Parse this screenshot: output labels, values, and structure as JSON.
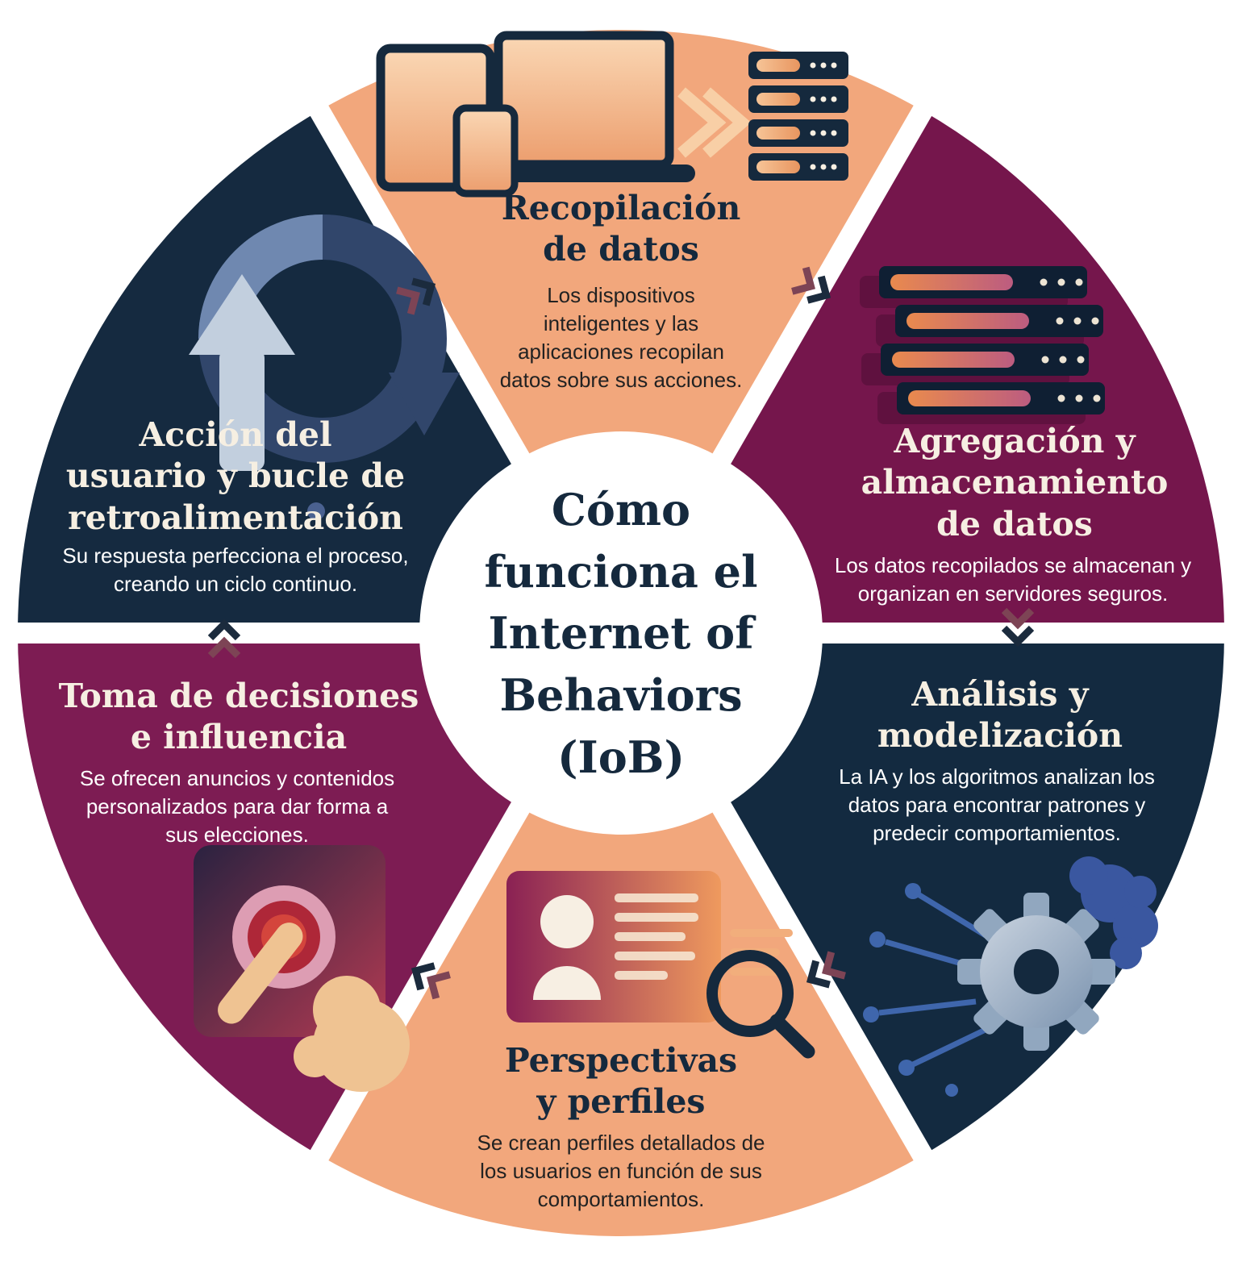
{
  "center": {
    "title": "Cómo\nfunciona el\nInternet of\nBehaviors\n(IoB)"
  },
  "colors": {
    "peach": "#F2A77C",
    "magenta": "#75164C",
    "magenta_bright": "#7D1C53",
    "navy": "#14293E",
    "cream_text": "#F6EFE2",
    "chevron_front": "#1B2B3D",
    "chevron_back": "#7D4455"
  },
  "segments": [
    {
      "name": "recopilacion-de-datos",
      "title": "Recopilación\nde datos",
      "description": "Los dispositivos inteligentes y las aplicaciones recopilan datos sobre sus acciones.",
      "color": "#F2A77C",
      "icon": "devices-to-servers-icon"
    },
    {
      "name": "agregacion-y-almacenamiento-de-datos",
      "title": "Agregación y\nalmacenamiento\nde datos",
      "description": "Los datos recopilados se almacenan y organizan en servidores seguros.",
      "color": "#75164C",
      "icon": "server-rack-icon"
    },
    {
      "name": "analisis-y-modelizacion",
      "title": "Análisis y\nmodelización",
      "description": "La IA y los algoritmos analizan los datos para encontrar patrones y predecir comportamientos.",
      "color": "#132A40",
      "icon": "ai-gear-network-icon"
    },
    {
      "name": "perspectivas-y-perfiles",
      "title": "Perspectivas\ny perfiles",
      "description": "Se crean perfiles detallados de los usuarios en función de sus comportamientos.",
      "color": "#F2A77C",
      "icon": "profile-card-magnifier-icon"
    },
    {
      "name": "toma-de-decisiones-e-influencia",
      "title": "Toma de decisiones\ne influencia",
      "description": "Se ofrecen anuncios y contenidos personalizados para dar forma a sus elecciones.",
      "color": "#7D1C53",
      "icon": "button-press-hand-icon"
    },
    {
      "name": "accion-del-usuario-y-bucle-de-retroalimentacion",
      "title": "Acción del\nusuario y bucle de\nretroalimentación",
      "description": "Su respuesta perfecciona el proceso, creando un ciclo continuo.",
      "color": "#152A40",
      "icon": "feedback-loop-icon"
    }
  ]
}
